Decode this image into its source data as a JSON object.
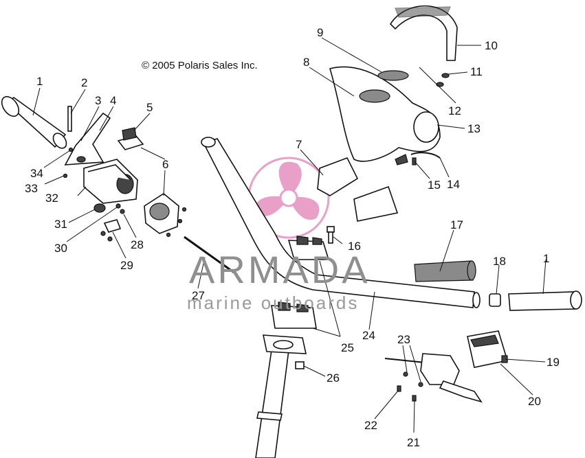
{
  "copyright": "© 2005 Polaris Sales Inc.",
  "watermark": {
    "brand": "ARMADA",
    "tagline": "marine outboards",
    "logo_color": "#e58fbf"
  },
  "callouts": {
    "c1a": "1",
    "c1b": "1",
    "c2": "2",
    "c3": "3",
    "c4": "4",
    "c5": "5",
    "c6": "6",
    "c7": "7",
    "c8": "8",
    "c9": "9",
    "c10": "10",
    "c11": "11",
    "c12": "12",
    "c13": "13",
    "c14": "14",
    "c15": "15",
    "c16": "16",
    "c17": "17",
    "c18": "18",
    "c19": "19",
    "c20": "20",
    "c21": "21",
    "c22": "22",
    "c23": "23",
    "c24": "24",
    "c25": "25",
    "c26": "26",
    "c27": "27",
    "c28": "28",
    "c29": "29",
    "c30": "30",
    "c31": "31",
    "c32": "32",
    "c33": "33",
    "c34": "34"
  }
}
